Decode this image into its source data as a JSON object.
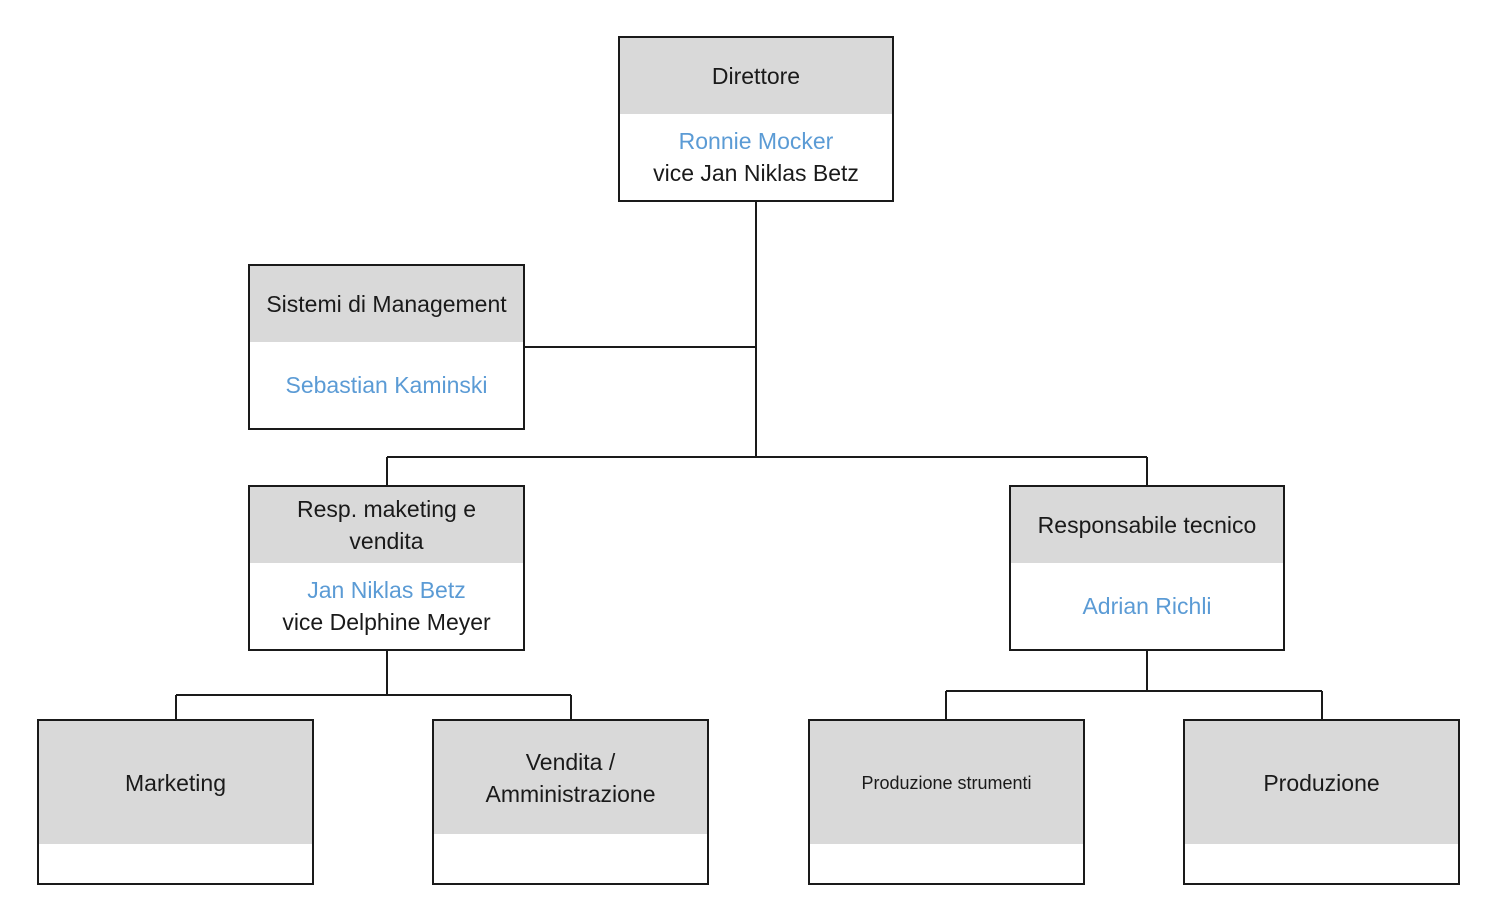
{
  "nodes": {
    "director": {
      "title": "Direttore",
      "person": "Ronnie Mocker",
      "deputy": "vice Jan Niklas Betz"
    },
    "management": {
      "title": "Sistemi di Management",
      "person": "Sebastian Kaminski"
    },
    "marketing_sales": {
      "title_line1": "Resp. maketing e",
      "title_line2": "vendita",
      "person": "Jan Niklas Betz",
      "deputy": "vice Delphine Meyer"
    },
    "technical": {
      "title": "Responsabile tecnico",
      "person": "Adrian Richli"
    },
    "marketing": {
      "title": "Marketing"
    },
    "sales_admin": {
      "title_line1": "Vendita /",
      "title_line2": "Amministrazione"
    },
    "tool_production": {
      "title": "Produzione strumenti"
    },
    "production": {
      "title": "Produzione"
    }
  },
  "colors": {
    "header_fill": "#d9d9d9",
    "person_text": "#5b9bd5",
    "border": "#1a1a1a"
  }
}
